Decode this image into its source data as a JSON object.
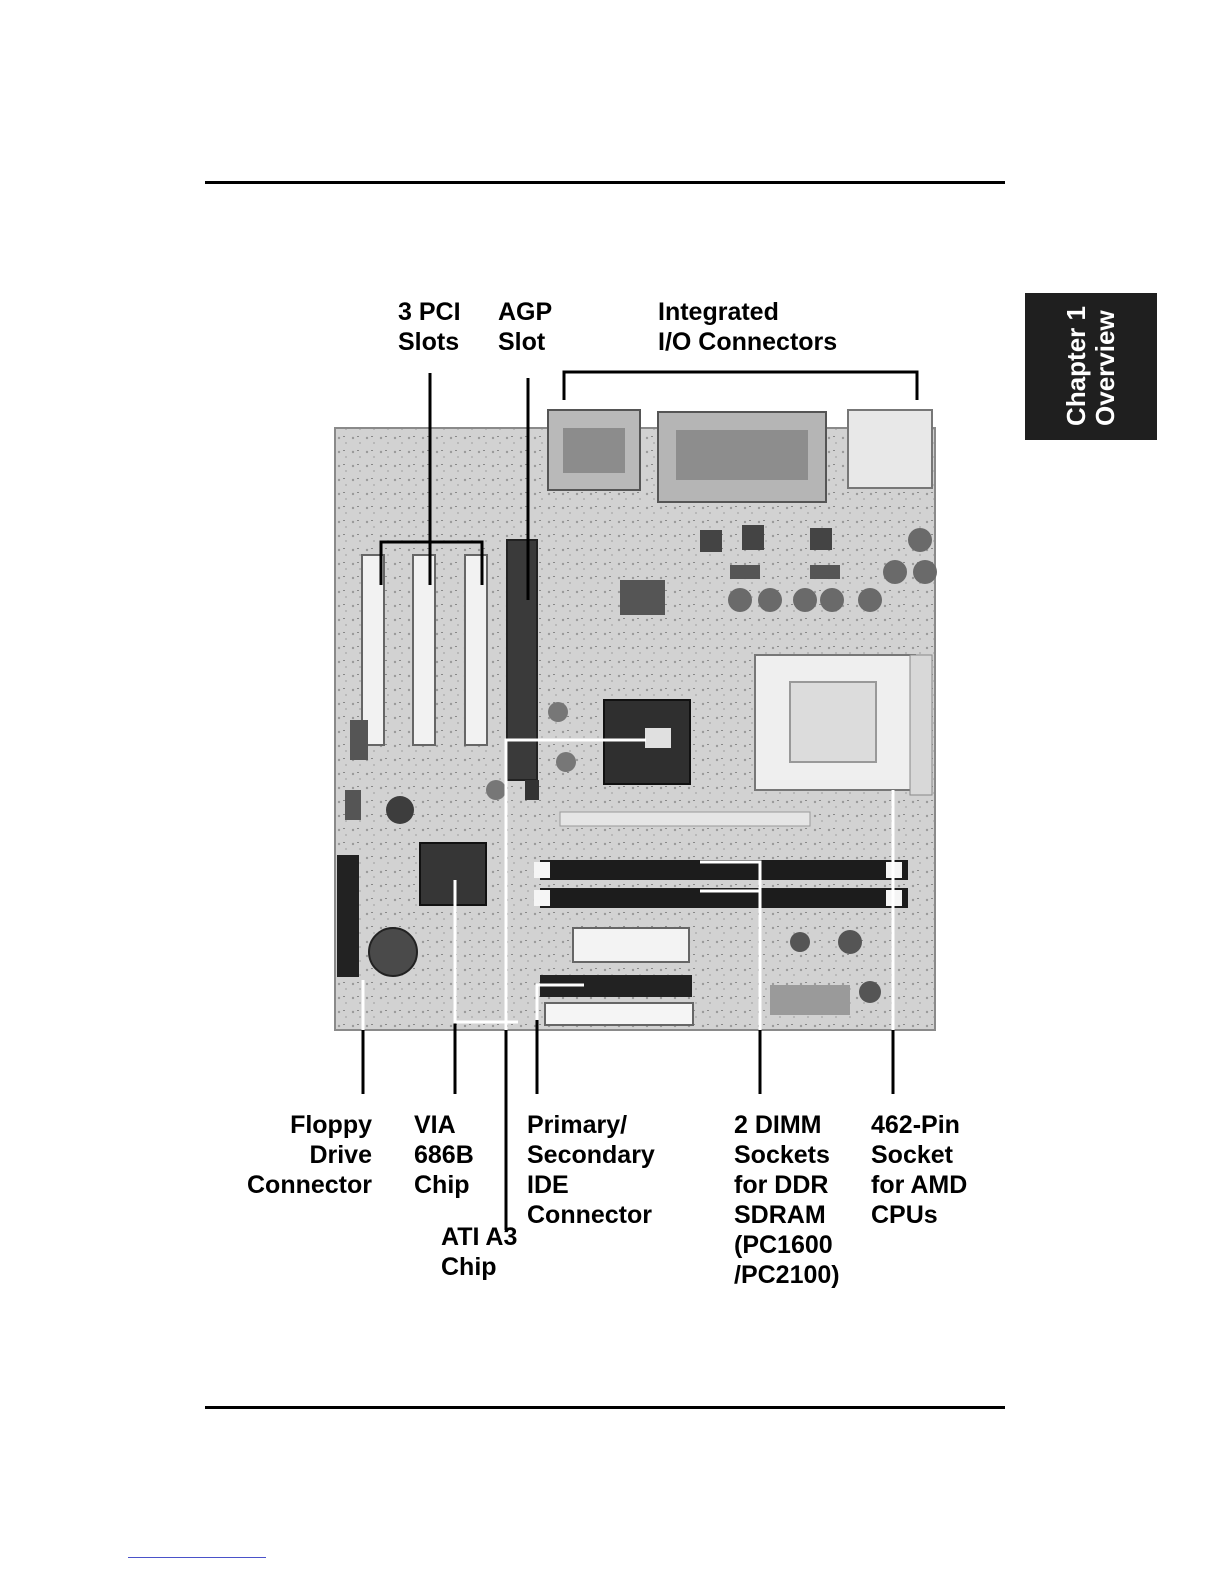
{
  "chapter_tab": {
    "line1": "Chapter 1",
    "line2": "Overview"
  },
  "labels": {
    "pci": {
      "line1": "3 PCI",
      "line2": "Slots"
    },
    "agp": {
      "line1": "AGP",
      "line2": "Slot"
    },
    "io": {
      "line1": "Integrated",
      "line2": "I/O Connectors"
    },
    "floppy": {
      "line1": "Floppy",
      "line2": "Drive",
      "line3": "Connector"
    },
    "via": {
      "line1": "VIA",
      "line2": "686B",
      "line3": "Chip"
    },
    "ati": {
      "line1": "ATI A3",
      "line2": "Chip"
    },
    "ide": {
      "line1": "Primary/",
      "line2": "Secondary",
      "line3": "IDE",
      "line4": "Connector"
    },
    "dimm": {
      "line1": "2 DIMM",
      "line2": "Sockets",
      "line3": "for DDR",
      "line4": "SDRAM",
      "line5": "(PC1600",
      "line6": "/PC2100)"
    },
    "socket": {
      "line1": "462-Pin",
      "line2": "Socket",
      "line3": "for AMD",
      "line4": "CPUs"
    }
  },
  "colors": {
    "tab_bg": "#1f1f1f",
    "board_bg": "#cfcfcf",
    "rule": "#000000"
  }
}
